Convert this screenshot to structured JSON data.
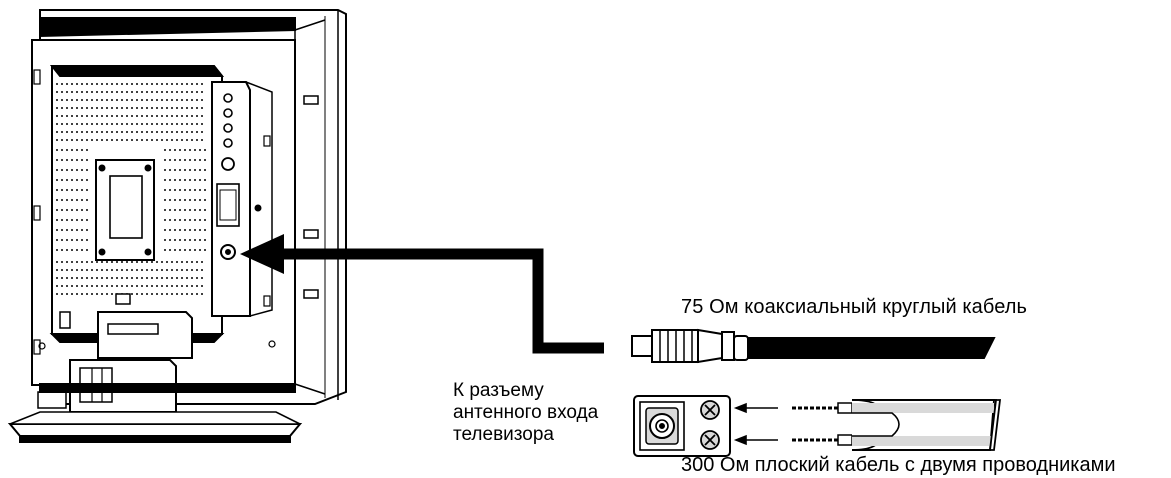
{
  "labels": {
    "coax_cable": "75 Ом коаксиальный круглый кабель",
    "antenna_input_line1": "К разъему",
    "antenna_input_line2": "антенного входа",
    "antenna_input_line3": "телевизора",
    "flat_cable": "300 Ом плоский кабель с двумя проводниками"
  },
  "colors": {
    "ink": "#000000",
    "background": "#ffffff",
    "shade": "#d9d9d9"
  }
}
